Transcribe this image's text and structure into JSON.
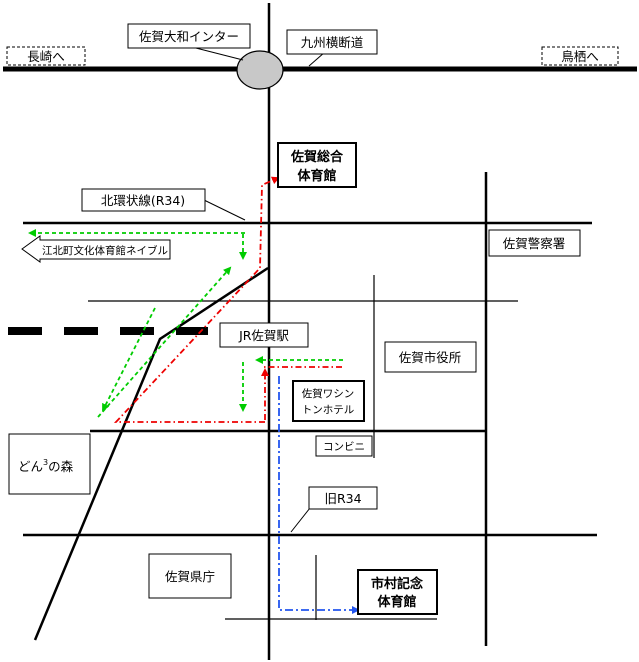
{
  "places": {
    "saga_yamato_ic": "佐賀大和インター",
    "kyushu_expressway": "九州横断道",
    "to_nagasaki": "長崎へ",
    "to_tosu": "鳥栖へ",
    "saga_sogo_gym_line1": "佐賀総合",
    "saga_sogo_gym_line2": "体育館",
    "hokkan_line": "北環状線(R34)",
    "koho_culture_gym": "江北町文化体育館ネイブル",
    "saga_police": "佐賀警察署",
    "jr_saga_station": "JR佐賀駅",
    "saga_city_hall": "佐賀市役所",
    "saga_washington_line1": "佐賀ワシン",
    "saga_washington_line2": "トンホテル",
    "convenience_store": "コンビニ",
    "donsan_forest_pre": "どん",
    "donsan_forest_sup": "3",
    "donsan_forest_post": "の森",
    "old_r34": "旧R34",
    "saga_pref_office": "佐賀県庁",
    "ichimura_gym_line1": "市村記念",
    "ichimura_gym_line2": "体育館"
  },
  "colors": {
    "road": "#000000",
    "route_green": "#00cc00",
    "route_red": "#ee0000",
    "route_blue": "#2255ee",
    "interchange": "#c8c8c8"
  }
}
